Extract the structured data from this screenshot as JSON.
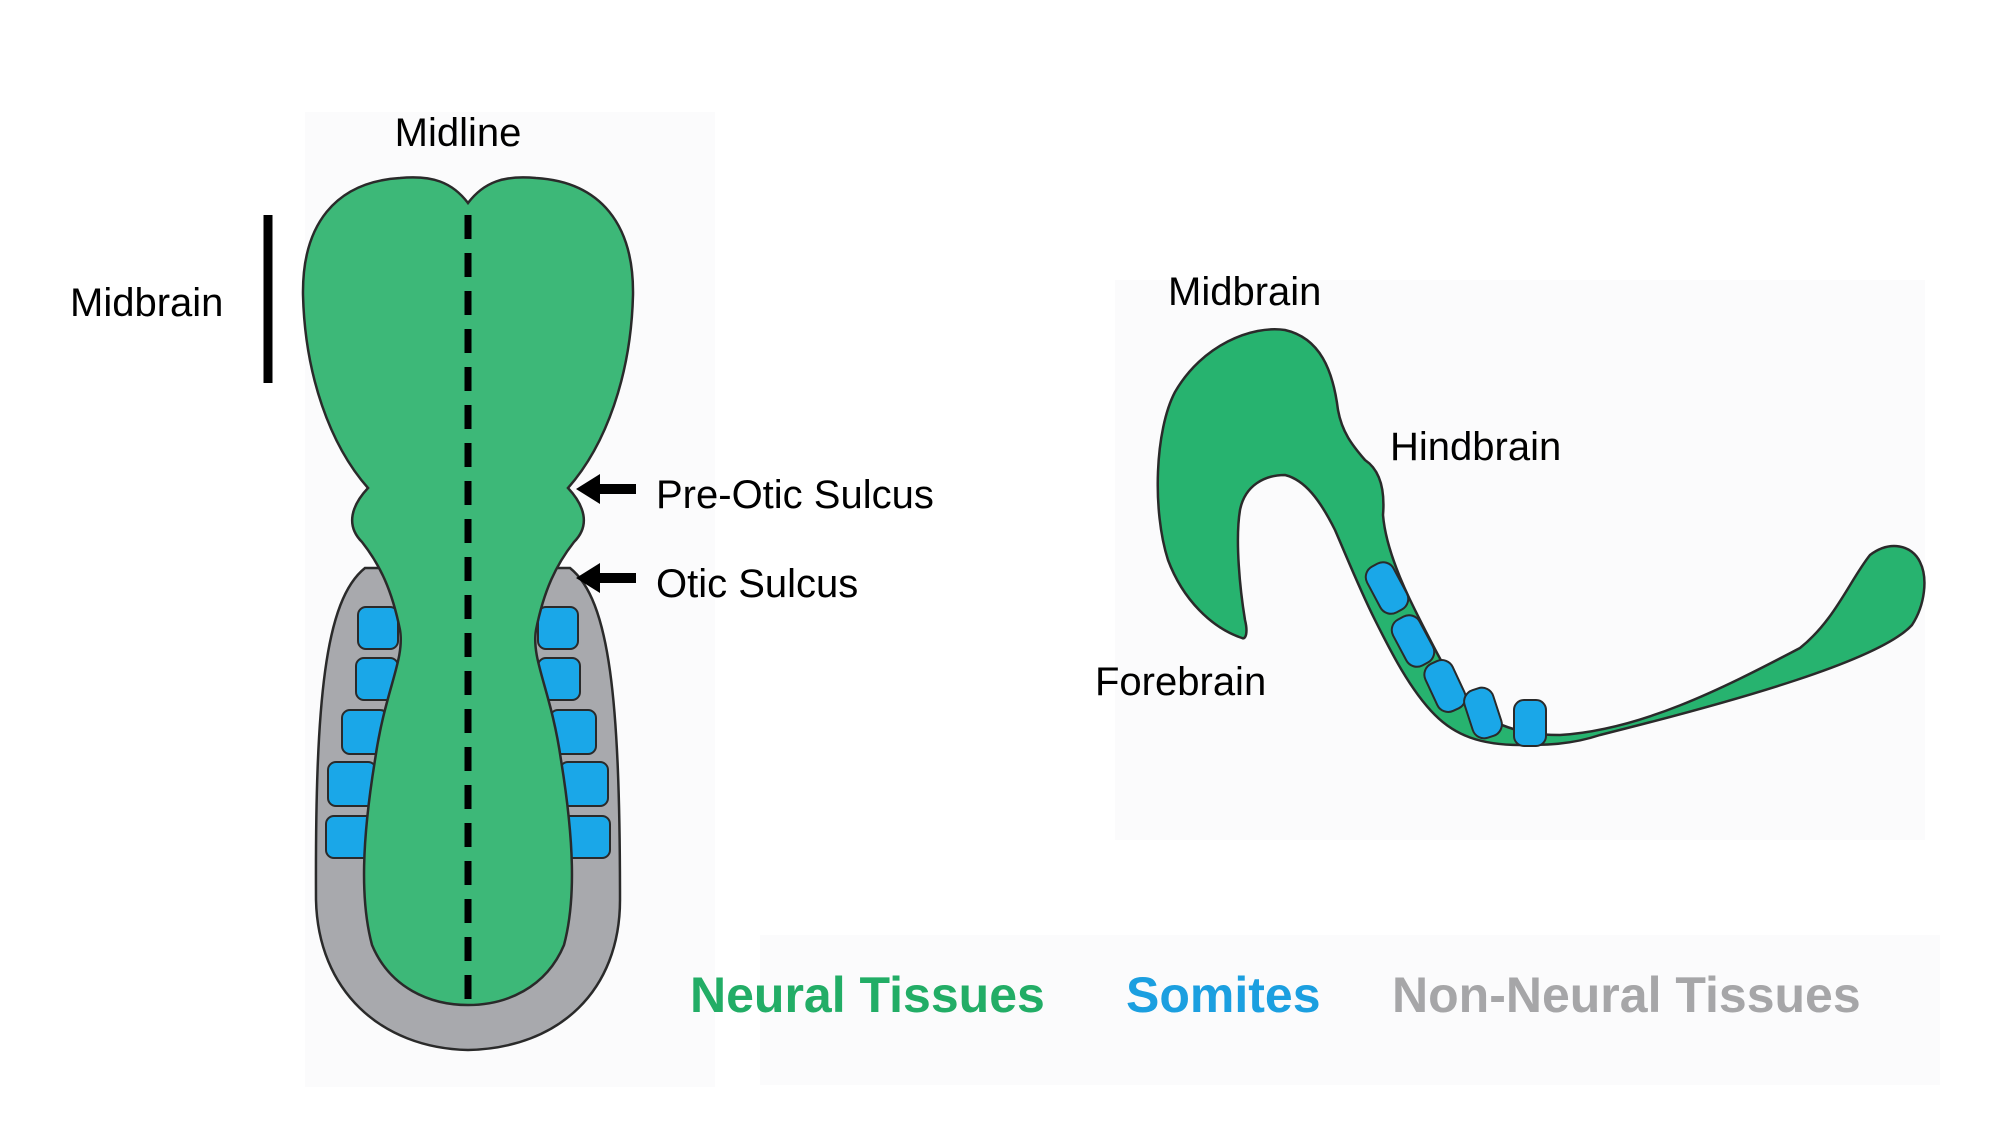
{
  "colors": {
    "neural": "#3db878",
    "neural_side": "#27b36f",
    "somite": "#1aa7e8",
    "non_neural": "#a8a9ad",
    "outline": "#2a2a2a",
    "neural_legend": "#22ad66",
    "somite_legend": "#1b9fe0",
    "non_neural_legend": "#a6a6a8",
    "panel_bg": "#fbfbfc"
  },
  "dorsal_view": {
    "midline_label": "Midline",
    "midbrain_label": "Midbrain",
    "pre_otic_label": "Pre-Otic Sulcus",
    "otic_label": "Otic Sulcus"
  },
  "side_view": {
    "midbrain_label": "Midbrain",
    "hindbrain_label": "Hindbrain",
    "forebrain_label": "Forebrain"
  },
  "legend": {
    "neural": "Neural Tissues",
    "somites": "Somites",
    "non_neural": "Non-Neural Tissues"
  }
}
